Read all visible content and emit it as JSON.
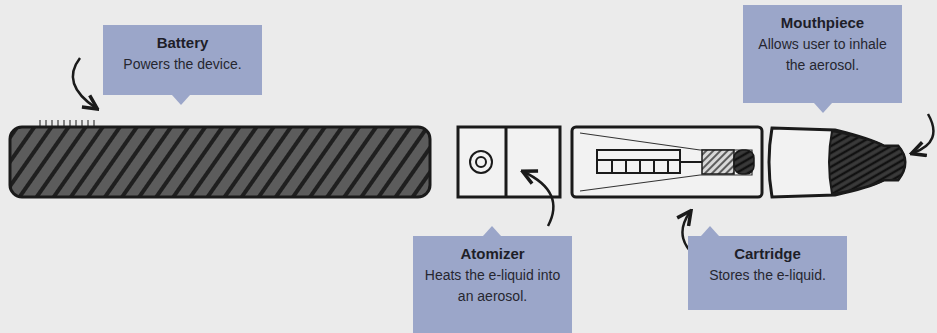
{
  "diagram": {
    "nodes": [
      {
        "text": [
          "Battery",
          "Powers the device."
        ]
      },
      {
        "text": [
          "Mouthpiece",
          "Allows user to inhale the aerosol."
        ]
      },
      {
        "text": [
          "Atomizer",
          "Heats the e-liquid into an aerosol."
        ]
      },
      {
        "text": [
          "Cartridge",
          "Stores the e-liquid."
        ]
      }
    ]
  }
}
